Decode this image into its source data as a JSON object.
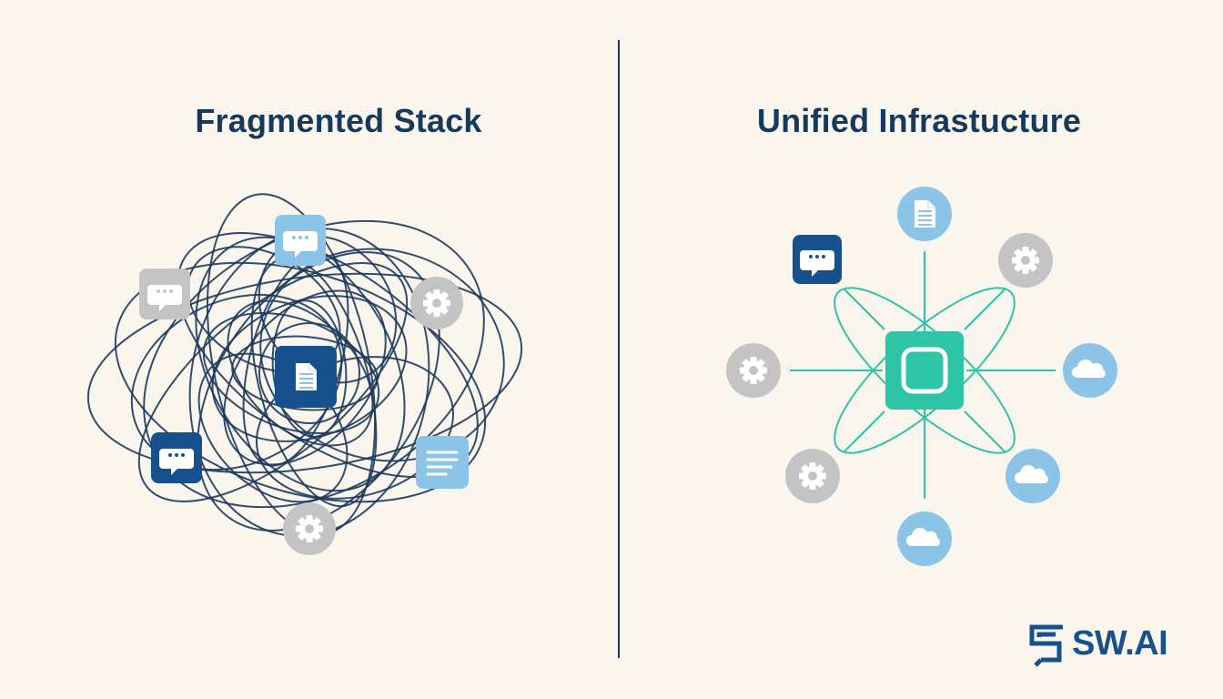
{
  "left_panel": {
    "title": "Fragmented Stack"
  },
  "right_panel": {
    "title": "Unified Infrastucture"
  },
  "brand": {
    "name": "SW.AI"
  },
  "colors": {
    "background": "#faf6ee",
    "navy": "#16518e",
    "dark_navy": "#163a5c",
    "light_blue": "#8cc4e8",
    "gray": "#c4c4c4",
    "teal": "#2ec4a6"
  },
  "icons": [
    "chat-bubble-icon",
    "document-icon",
    "gear-icon",
    "cloud-icon",
    "text-lines-icon",
    "hub-square-icon"
  ]
}
